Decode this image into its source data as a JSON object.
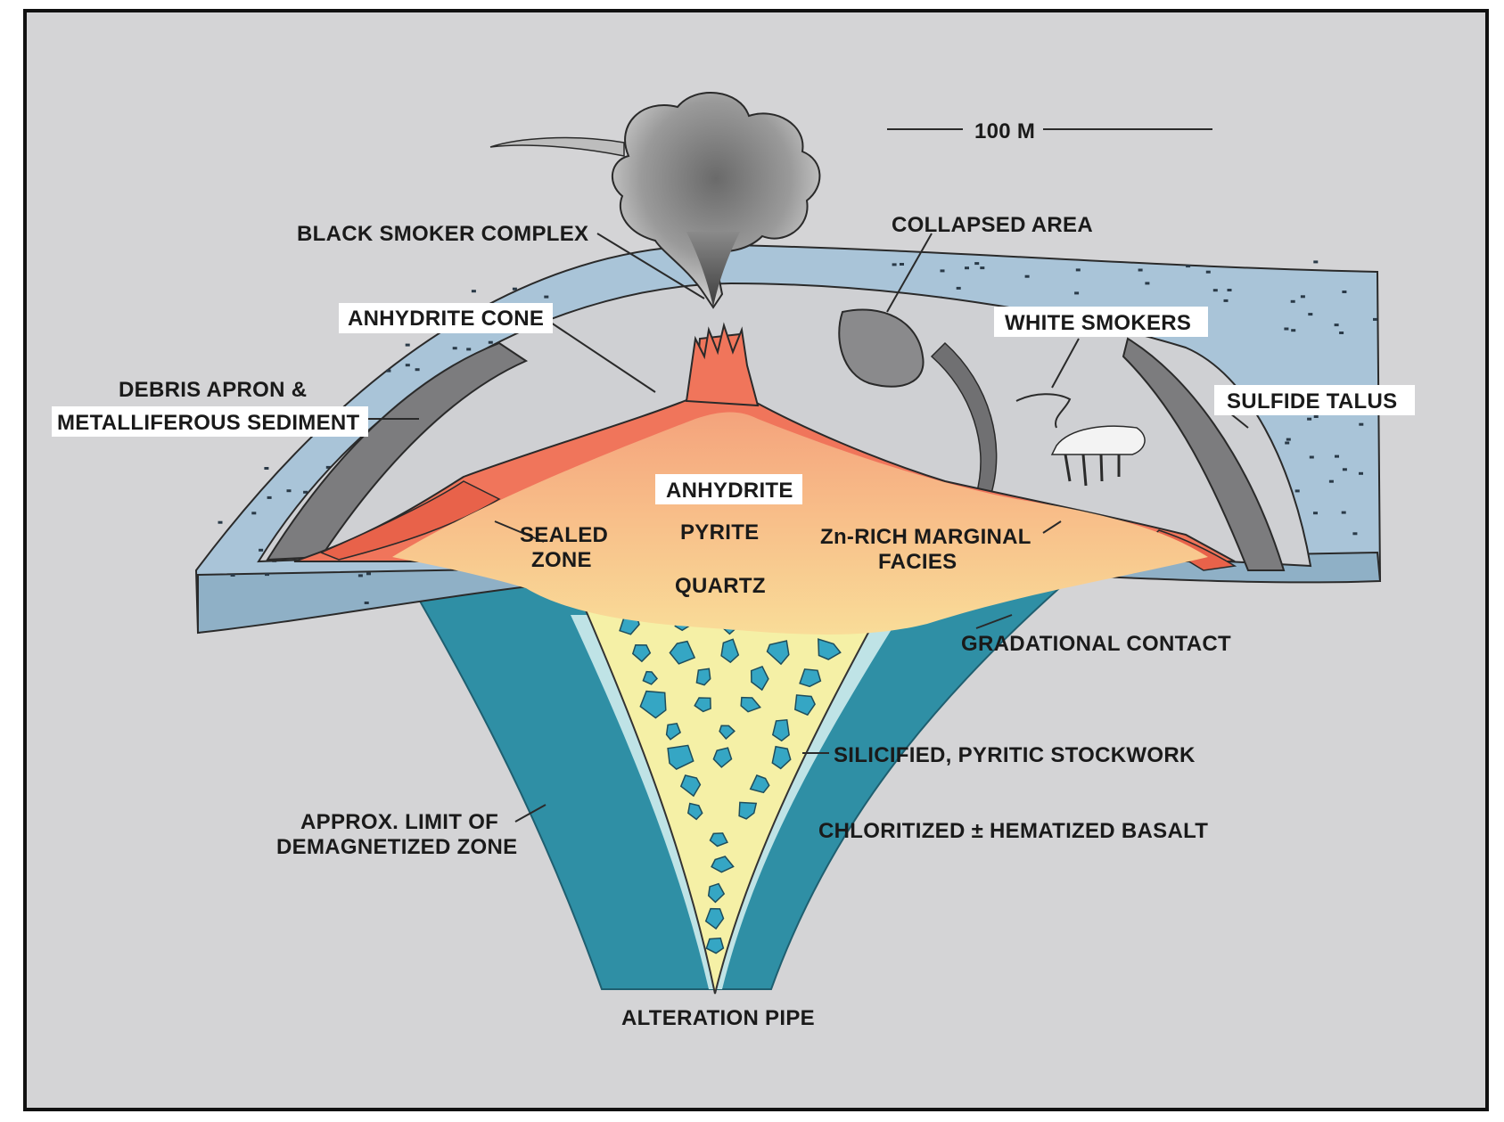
{
  "diagram": {
    "colors": {
      "background": "#d4d4d6",
      "seafloor": "#a9c4d8",
      "mound": "#cfd0d3",
      "sulfide": "#f0755b",
      "massive_ore": "#f7c48a",
      "alteration_envelope": "#2f8fa5",
      "stockwork_matrix": "#f5f0a6",
      "stockwork_clasts": "#35a6c4"
    },
    "labels": {
      "scale": "100 M",
      "black_smoker_complex": "BLACK SMOKER COMPLEX",
      "collapsed_area": "COLLAPSED AREA",
      "anhydrite_cone": "ANHYDRITE CONE",
      "white_smokers": "WHITE SMOKERS",
      "debris_apron_1": "DEBRIS APRON &",
      "debris_apron_2": "METALLIFEROUS SEDIMENT",
      "sulfide_talus": "SULFIDE TALUS",
      "anhydrite": "ANHYDRITE",
      "pyrite": "PYRITE",
      "quartz": "QUARTZ",
      "sealed_zone_1": "SEALED",
      "sealed_zone_2": "ZONE",
      "zn_rich_1": "Zn-RICH MARGINAL",
      "zn_rich_2": "FACIES",
      "gradational_contact": "GRADATIONAL CONTACT",
      "stockwork": "SILICIFIED, PYRITIC STOCKWORK",
      "demag_1": "APPROX. LIMIT OF",
      "demag_2": "DEMAGNETIZED ZONE",
      "chloritized": "CHLORITIZED ± HEMATIZED BASALT",
      "alteration_pipe": "ALTERATION PIPE"
    }
  }
}
